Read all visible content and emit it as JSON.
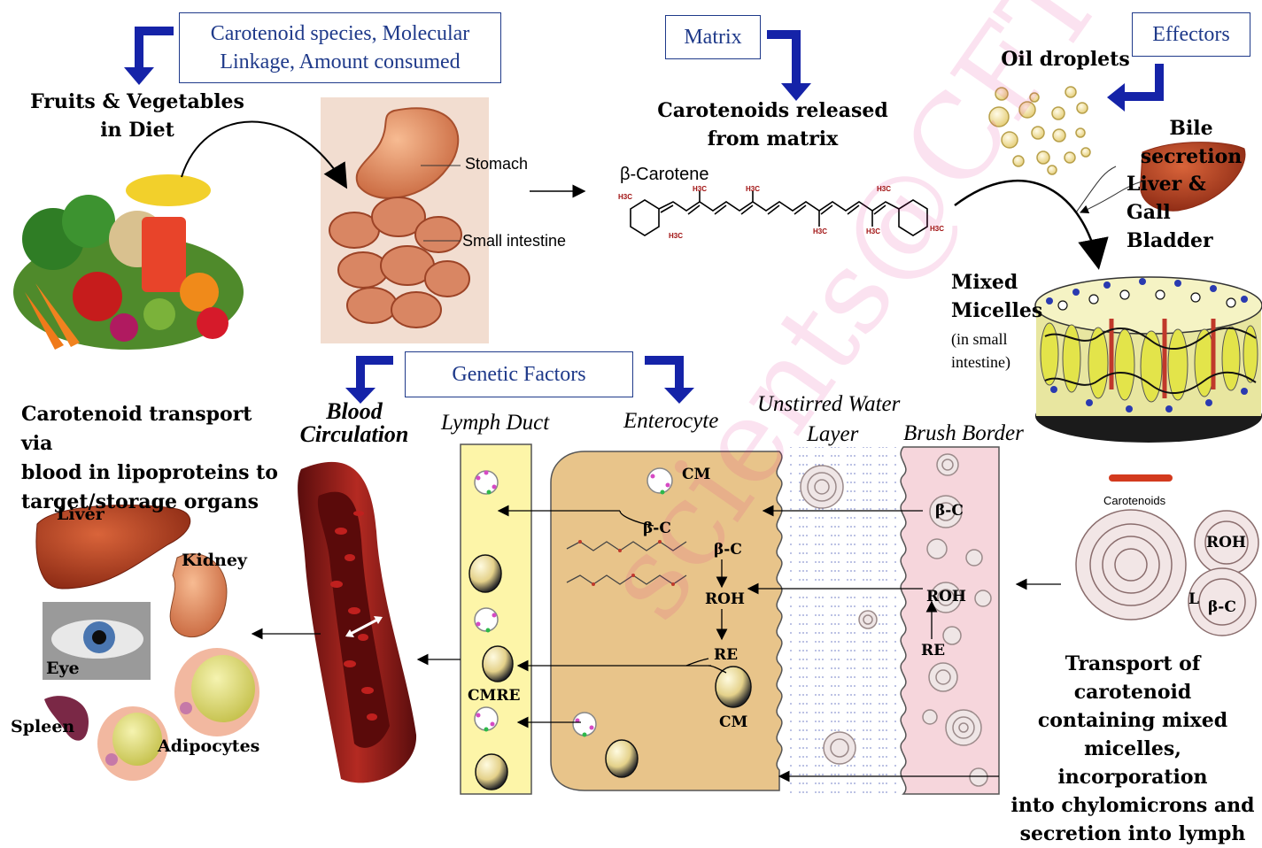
{
  "effector_boxes": {
    "carotenoid_species": [
      "Carotenoid species, Molecular",
      "Linkage, Amount consumed"
    ],
    "matrix": "Matrix",
    "effectors": "Effectors",
    "genetic_factors": "Genetic Factors"
  },
  "labels": {
    "fruits_veg": [
      "Fruits & Vegetables",
      "in Diet"
    ],
    "stomach": "Stomach",
    "small_intestine": "Small intestine",
    "carotenoids_released": [
      "Carotenoids released",
      "from matrix"
    ],
    "beta_carotene": "β-Carotene",
    "oil_droplets": "Oil droplets",
    "bile_secretion": "Bile secretion",
    "liver_gall": [
      "Liver &",
      "Gall Bladder"
    ],
    "mixed_micelles": [
      "Mixed",
      "Micelles"
    ],
    "in_small_intestine": [
      "(in small",
      "intestine)"
    ],
    "transport_blood": [
      "Carotenoid transport via",
      "blood in lipoproteins to",
      "target/storage organs"
    ],
    "blood_circulation": [
      "Blood",
      "Circulation"
    ],
    "lymph_duct": "Lymph Duct",
    "enterocyte": "Enterocyte",
    "unstirred_water": [
      "Unstirred Water",
      "Layer"
    ],
    "brush_border": "Brush Border",
    "transport_micelles": [
      "Transport of carotenoid",
      "containing mixed",
      "micelles, incorporation",
      "into chylomicrons and",
      "secretion into lymph"
    ],
    "carotenoids_legend": "Carotenoids"
  },
  "organs": {
    "liver": "Liver",
    "kidney": "Kidney",
    "eye": "Eye",
    "spleen": "Spleen",
    "adipocytes": "Adipocytes"
  },
  "cell_labels": {
    "cm_top": "CM",
    "bc_1": "β-C",
    "bc_2": "β-C",
    "roh": "ROH",
    "re": "RE",
    "cmre": "CMRE",
    "cm_bottom": "CM",
    "brush_bc": "β-C",
    "brush_roh": "ROH",
    "brush_re": "RE",
    "micelle_roh": "ROH",
    "micelle_l": "L",
    "micelle_bc": "β-C"
  },
  "molecule_sub": "H3C",
  "watermark": "scients@CFTRI",
  "colors": {
    "box_border": "#1f3a8a",
    "arrow_blue": "#1523a8",
    "lymph": "#fdf5a8",
    "enterocyte": "#e8c48a",
    "brush": "#f6d6dc",
    "blood": "#8e1b1b",
    "watermark": "#e01e8a"
  }
}
